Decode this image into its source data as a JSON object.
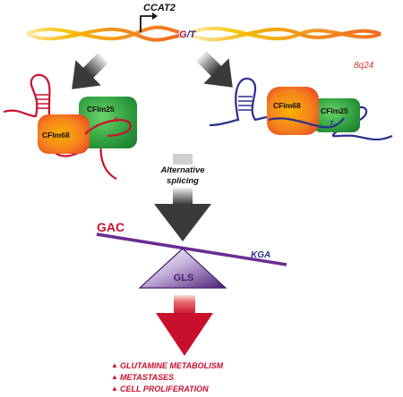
{
  "gene": {
    "name": "CCAT2",
    "allele_separator": "/",
    "allele_g": "G",
    "allele_t": "T",
    "locus": "8q24"
  },
  "left_complex": {
    "cfim25": "CFIm25",
    "cfim68": "CFIm68",
    "allele": "G"
  },
  "right_complex": {
    "cfim68": "CFIm68",
    "cfim25": "CFIm25",
    "allele": "T"
  },
  "splicing": {
    "line1": "Alternative",
    "line2": "splicing"
  },
  "balance": {
    "left_isoform": "GAC",
    "right_isoform": "KGA",
    "enzyme": "GLS"
  },
  "outcomes": [
    "GLUTAMINE METABOLISM",
    "METASTASES",
    "CELL PROLIFERATION"
  ],
  "colors": {
    "red": "#c8102e",
    "navy": "#2b2f8f",
    "purple": "#6a2c91",
    "green": "#2e9e3e",
    "orange": "#f07a1a",
    "yellow": "#f5c400",
    "gray": "#3a3a3a"
  }
}
